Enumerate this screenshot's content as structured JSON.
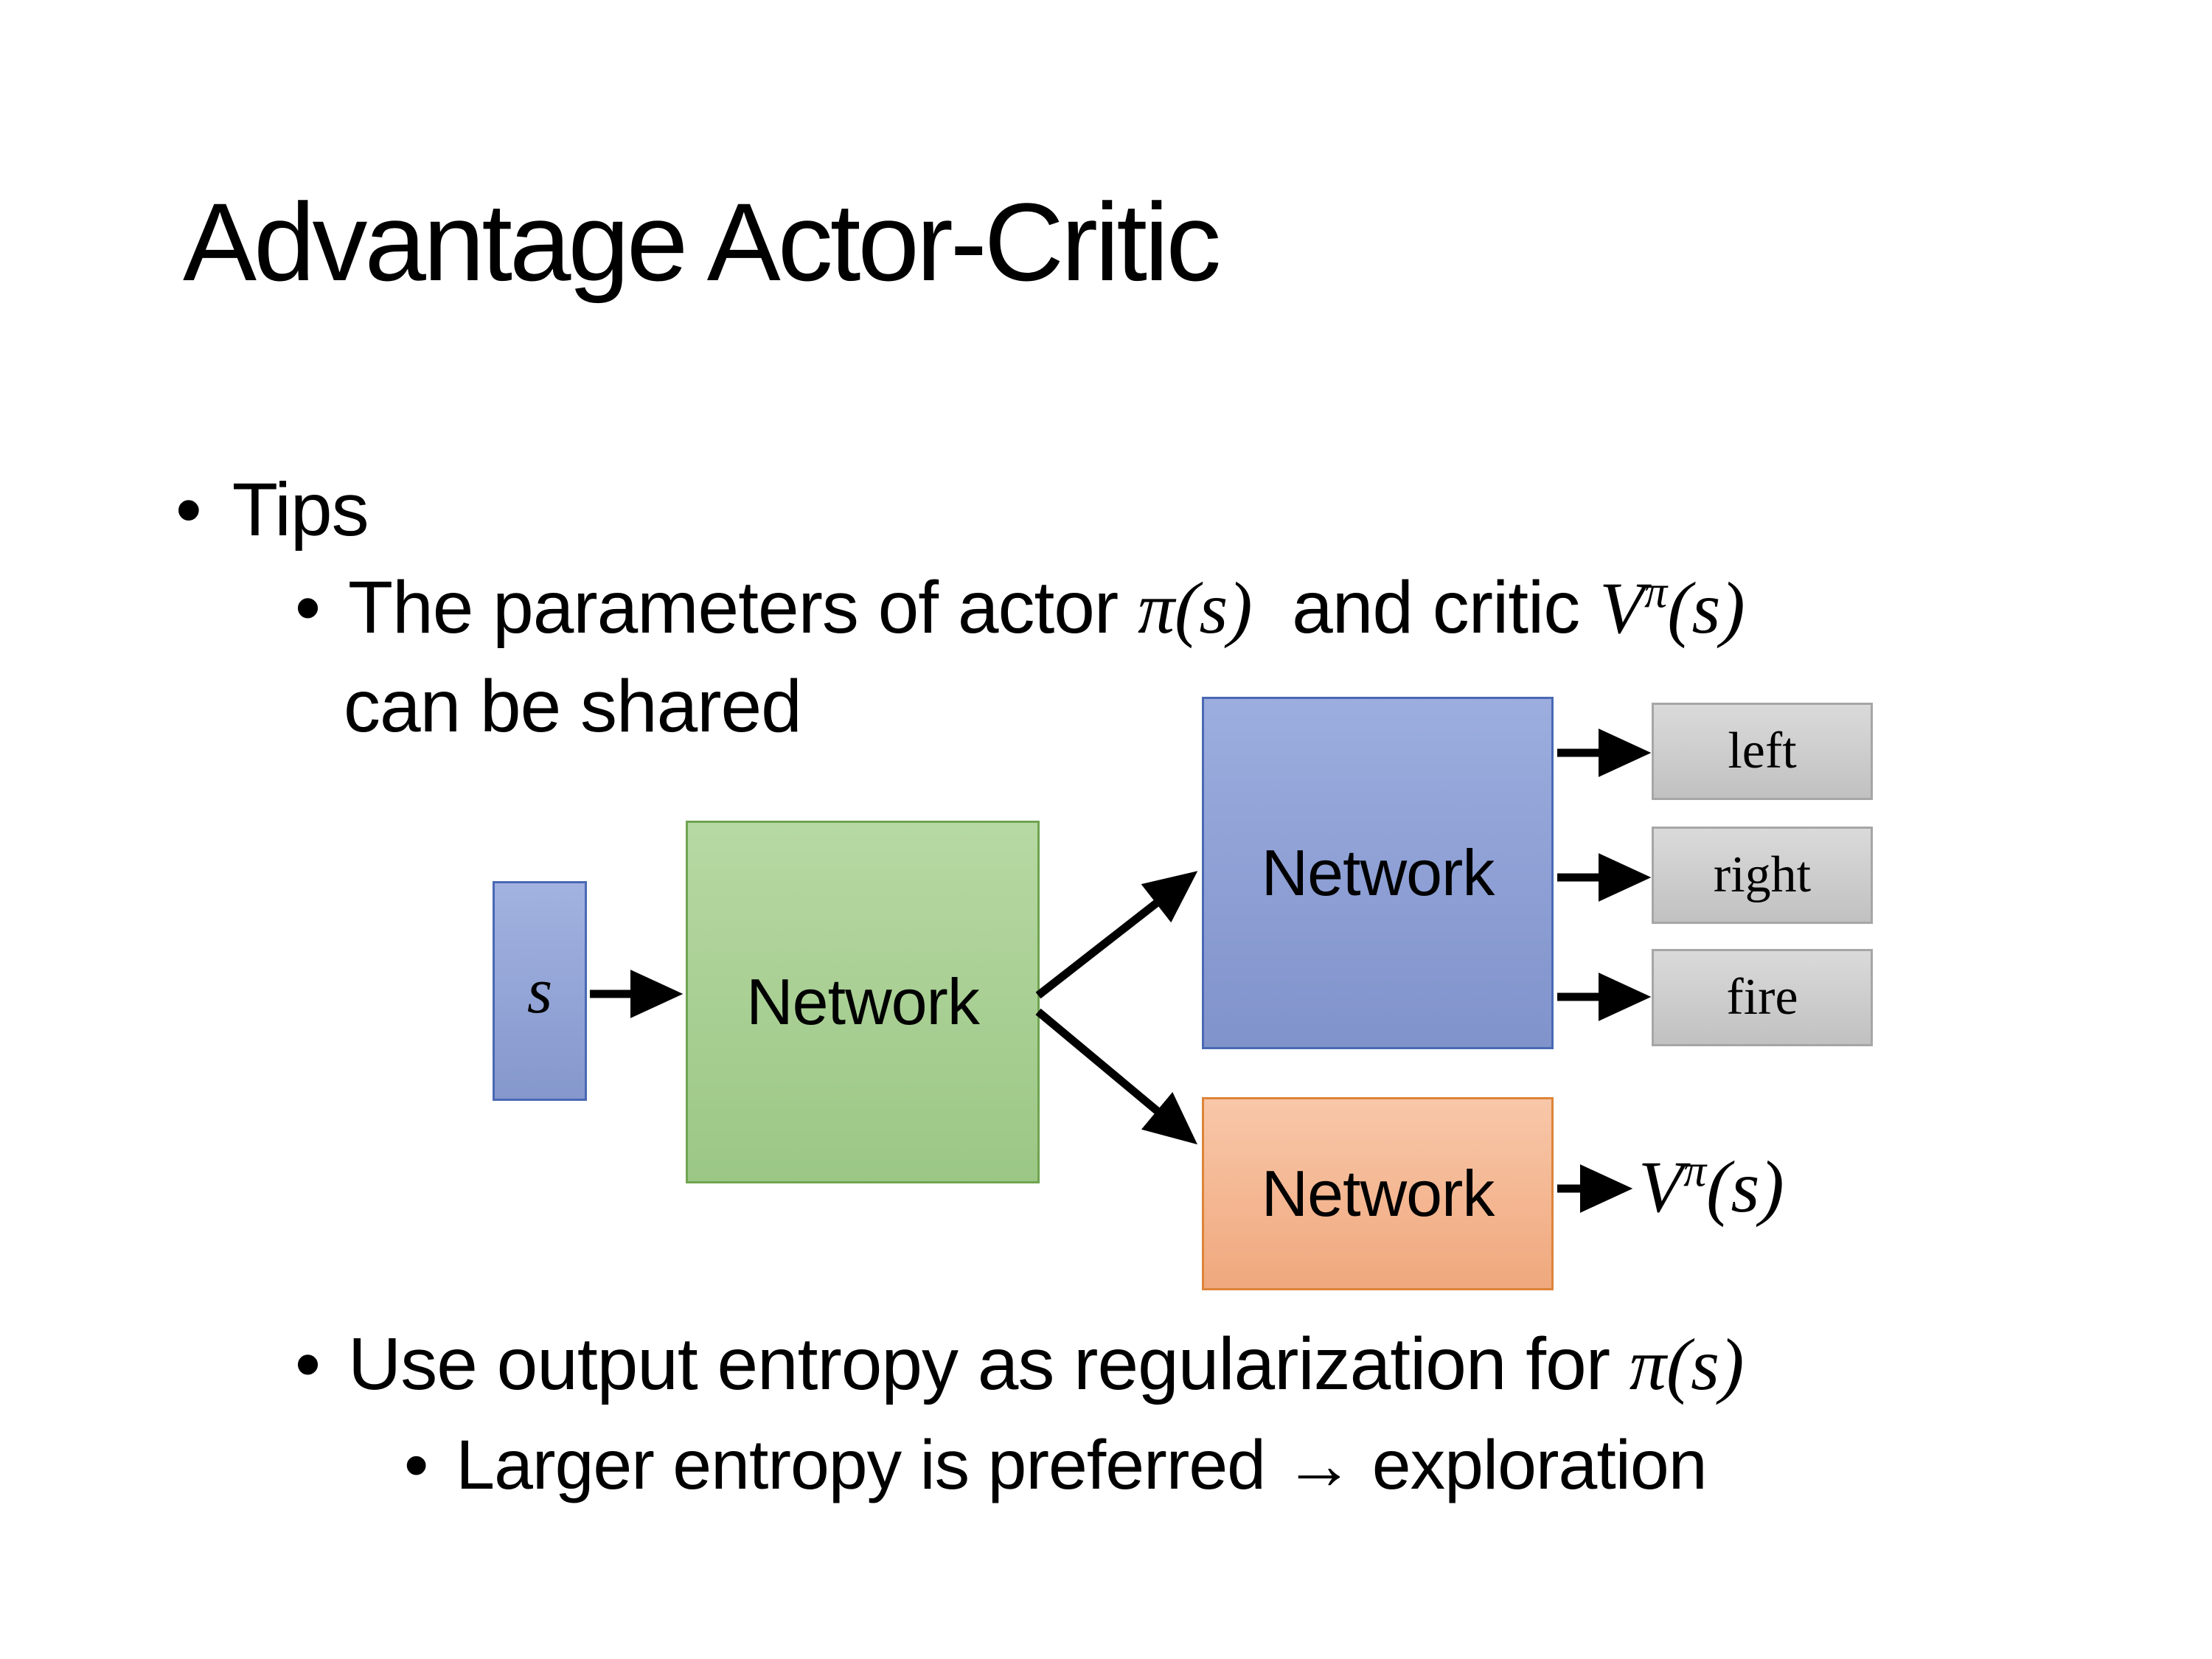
{
  "glyphs": {
    "bullet": "•"
  },
  "title": "Advantage Actor-Critic",
  "content": {
    "tips": "Tips",
    "param": {
      "pre": "The parameters of actor ",
      "math_pi": "π(s)",
      "mid": "  and critic ",
      "v_base": "V",
      "v_sup": "π",
      "v_args": "(s)",
      "line2": "can be shared"
    },
    "entropy": {
      "pre": "Use output entropy as regularization for ",
      "math_pi": "π(s)"
    },
    "larger": "Larger entropy is preferred → exploration"
  },
  "diagram": {
    "input_label": "s",
    "shared_network": "Network",
    "actor_network": "Network",
    "critic_network": "Network",
    "actions": [
      "left",
      "right",
      "fire"
    ],
    "value": {
      "base": "V",
      "sup": "π",
      "args": "(s)"
    },
    "colors": {
      "state_fill": "#94a7d9",
      "state_border": "#4a69b4",
      "shared_fill": "#a9d191",
      "shared_border": "#6fa450",
      "actor_fill": "#8da0d3",
      "actor_border": "#4a69b4",
      "critic_fill": "#f4b995",
      "critic_border": "#dd8439",
      "action_fill": "#cdcdcd",
      "action_border": "#a6a6a6",
      "arrow": "#000000"
    }
  }
}
